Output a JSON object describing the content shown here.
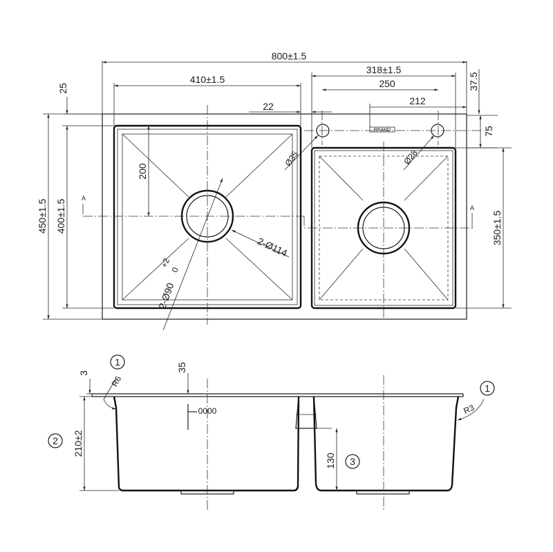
{
  "plan_view": {
    "overall_width": "800±1.5",
    "left_bowl_width": "410±1.5",
    "right_bowl_width": "318±1.5",
    "tap_hole_spacing": "250",
    "tap_hole_offset": "212",
    "top_edge_to_bowl": "25",
    "right_top_offset": "37.5",
    "divider_offset": "22",
    "hole_edge_offset": "75",
    "overall_depth": "450±1.5",
    "left_bowl_depth": "400±1.5",
    "right_bowl_depth": "350±1.5",
    "drain_to_back": "200",
    "drain_hole": "2-Ø114",
    "drain_cutout_line1": "2-Ø90",
    "drain_cutout_line2": "+2",
    "drain_cutout_line3": "0",
    "tap_hole_left": "Ø35",
    "tap_hole_right": "Ø28",
    "section_mark_left": "A",
    "section_mark_right": "A",
    "brand_plate": "BRAND"
  },
  "section_view": {
    "flange_thickness": "3",
    "top_rim": "35",
    "bowl_height": "210±2",
    "divider_height": "130",
    "angle_left": "R6",
    "angle_right": "R3",
    "overflow_label": "0000",
    "callout_1": "1",
    "callout_2": "2",
    "callout_3": "3"
  }
}
